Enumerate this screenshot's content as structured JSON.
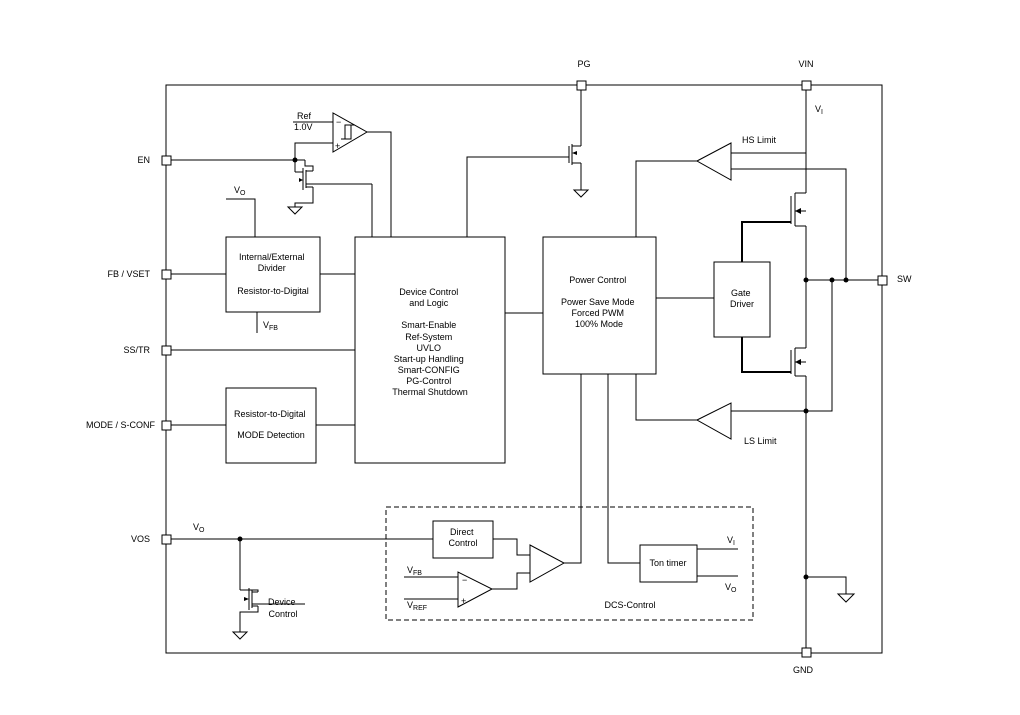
{
  "pins": {
    "pg": "PG",
    "vin": "VIN",
    "en": "EN",
    "fb_vset": "FB / VSET",
    "ss_tr": "SS/TR",
    "mode_sconf": "MODE / S-CONF",
    "vos": "VOS",
    "sw": "SW",
    "gnd": "GND"
  },
  "labels": {
    "ref": "Ref",
    "ref_val": "1.0V",
    "vo_int": "V₀",
    "vfb_int": "V_FB",
    "vi_top": "Vᵢ",
    "vo_vos": "V₀",
    "hs_limit": "HS Limit",
    "ls_limit": "LS Limit",
    "device_control_1": "Device",
    "device_control_2": "Control",
    "vfb_dcs": "V_FB",
    "vref_dcs": "V_REF",
    "vi_ton": "Vᵢ",
    "vo_ton": "V₀",
    "dcs_control": "DCS-Control"
  },
  "blocks": {
    "divider": [
      "Internal/External",
      "Divider",
      "",
      "Resistor-to-Digital"
    ],
    "mode_detect": [
      "Resistor-to-Digital",
      "",
      "MODE Detection"
    ],
    "device_logic": [
      "Device Control",
      "and Logic",
      "",
      "Smart-Enable",
      "Ref-System",
      "UVLO",
      "Start-up Handling",
      "Smart-CONFIG",
      "PG-Control",
      "Thermal Shutdown"
    ],
    "power_control": [
      "Power Control",
      "",
      "Power Save Mode",
      "Forced PWM",
      "100% Mode"
    ],
    "gate_driver": [
      "Gate",
      "Driver"
    ],
    "direct_control": [
      "Direct",
      "Control"
    ],
    "ton_timer": "Ton timer"
  }
}
